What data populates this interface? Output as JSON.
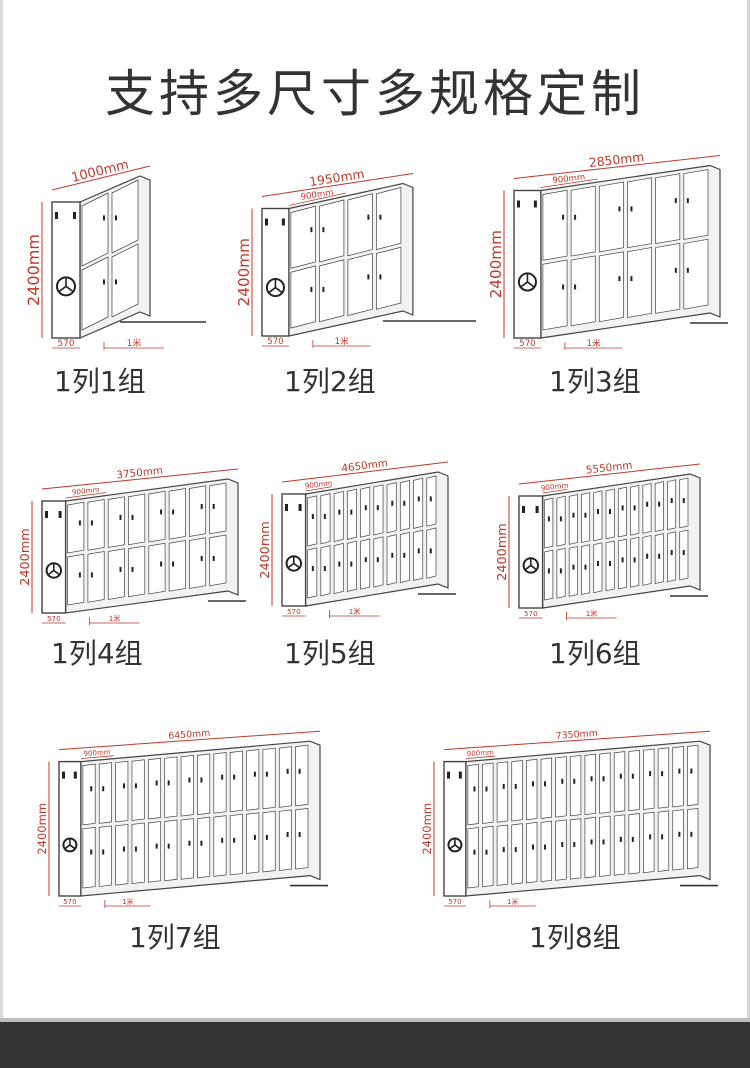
{
  "title": "支持多尺寸多规格定制",
  "colors": {
    "dimension": "#c0392b",
    "outline": "#444444",
    "panel": "#f2f2f2",
    "footer": "#333333"
  },
  "common": {
    "height_label": "2400mm",
    "depth_label": "570",
    "spacing_label": "1米",
    "bay_label": "900mm"
  },
  "configurations": [
    {
      "caption": "1列1组",
      "width_label": "1000mm",
      "groups": 1
    },
    {
      "caption": "1列2组",
      "width_label": "1950mm",
      "groups": 2
    },
    {
      "caption": "1列3组",
      "width_label": "2850mm",
      "groups": 3
    },
    {
      "caption": "1列4组",
      "width_label": "3750mm",
      "groups": 4
    },
    {
      "caption": "1列5组",
      "width_label": "4650mm",
      "groups": 5
    },
    {
      "caption": "1列6组",
      "width_label": "5550mm",
      "groups": 6
    },
    {
      "caption": "1列7组",
      "width_label": "6450mm",
      "groups": 7
    },
    {
      "caption": "1列8组",
      "width_label": "7350mm",
      "groups": 8
    }
  ]
}
